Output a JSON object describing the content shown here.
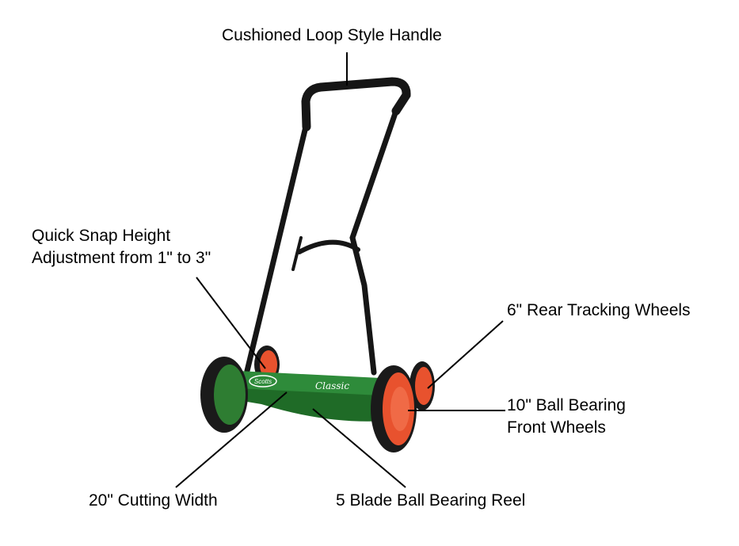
{
  "callouts": {
    "handle": "Cushioned Loop Style Handle",
    "height_line1": "Quick Snap Height",
    "height_line2": "Adjustment from 1\" to 3\"",
    "rear_wheels": "6\" Rear Tracking Wheels",
    "front_line1": "10\" Ball Bearing",
    "front_line2": "Front Wheels",
    "cutting_width": "20\" Cutting Width",
    "reel": "5 Blade Ball Bearing Reel"
  },
  "product": {
    "brand": "Scotts",
    "model": "Classic"
  },
  "colors": {
    "body": "#2e7d32",
    "wheel_hub": "#e8522e",
    "tire": "#1a1a1a",
    "handle": "#111111"
  }
}
